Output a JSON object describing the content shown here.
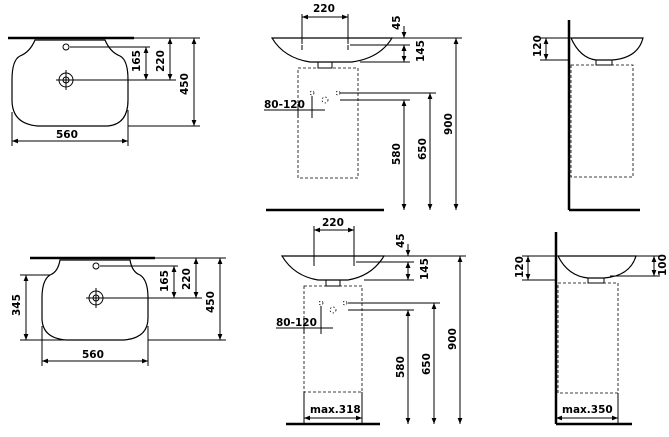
{
  "labels": {
    "tl_560": "560",
    "tl_165": "165",
    "tl_220": "220",
    "tl_450": "450",
    "tm_220": "220",
    "tm_45": "45",
    "tm_145": "145",
    "tm_80120": "80-120",
    "tm_580": "580",
    "tm_650": "650",
    "tm_900": "900",
    "tr_120": "120",
    "bl_560": "560",
    "bl_345": "345",
    "bl_165": "165",
    "bl_220": "220",
    "bl_450": "450",
    "bm_220": "220",
    "bm_45": "45",
    "bm_145": "145",
    "bm_80120": "80-120",
    "bm_580": "580",
    "bm_650": "650",
    "bm_900": "900",
    "bm_max": "max.318",
    "br_120": "120",
    "br_100": "100",
    "br_max": "max.350"
  }
}
